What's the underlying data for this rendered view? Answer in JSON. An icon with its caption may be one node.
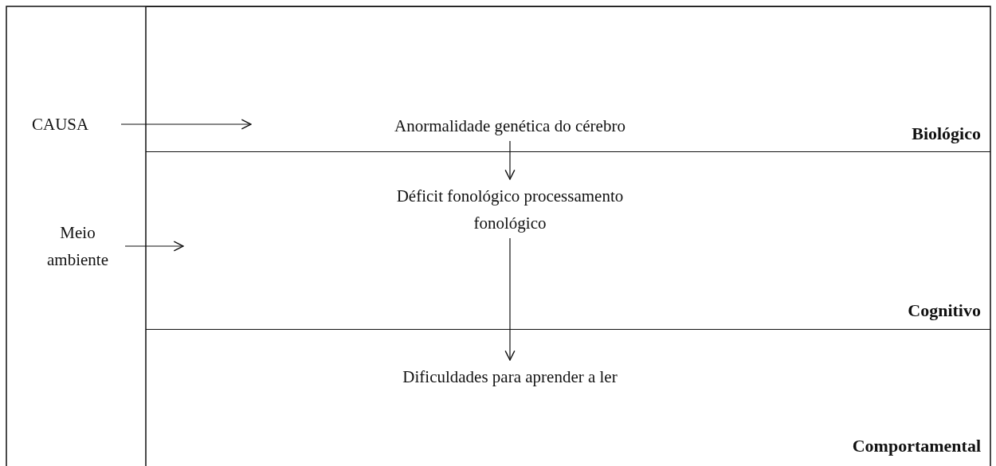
{
  "diagram": {
    "nodes": [
      {
        "text": [
          "Biológico"
        ]
      },
      {
        "text": [
          "Anormalidade genética do cérebro"
        ],
        "in": 0
      },
      {
        "text": [
          "Cognitivo"
        ]
      },
      {
        "text": [
          "Déficit fonológico processamento fonológico"
        ],
        "in": 2
      },
      {
        "text": [
          "Comportamental"
        ]
      },
      {
        "text": [
          "Dificuldades para aprender a ler"
        ],
        "in": 4
      },
      {
        "text": [
          "CAUSA"
        ]
      },
      {
        "text": [
          "Meio ambiente"
        ]
      }
    ],
    "edges": [
      {
        "from": 1,
        "to": 3,
        "arrow": "to"
      },
      {
        "from": 3,
        "to": 5,
        "arrow": "to"
      },
      {
        "from": 6,
        "to": null,
        "arrow": "to"
      },
      {
        "from": 7,
        "to": null,
        "arrow": "to"
      }
    ]
  }
}
